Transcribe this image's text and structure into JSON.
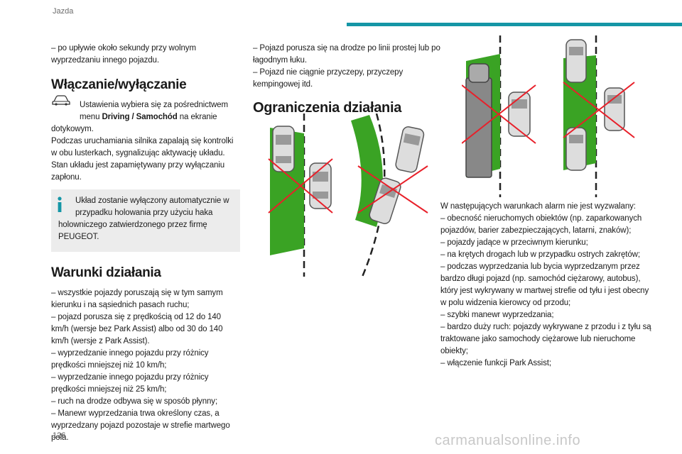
{
  "header": {
    "section": "Jazda"
  },
  "page_number": "126",
  "watermark": "carmanualsonline.info",
  "col1": {
    "intro": "– po upływie około sekundy przy wolnym wyprzedzaniu innego pojazdu.",
    "heading1": "Włączanie/wyłączanie",
    "settings_a": "Ustawienia wybiera się za pośrednictwem",
    "settings_b": "menu ",
    "settings_bold": "Driving / Samochód",
    "settings_c": " na ekranie dotykowym.",
    "para1": "Podczas uruchamiania silnika zapalają się kontrolki w obu lusterkach, sygnalizując aktywację układu.",
    "para2": "Stan układu jest zapamiętywany przy wyłączaniu zapłonu.",
    "info_l1": "Układ zostanie wyłączony automatycznie w",
    "info_l2": "przypadku holowania przy użyciu haka",
    "info_rest": "holowniczego zatwierdzonego przez firmę PEUGEOT.",
    "heading2": "Warunki działania",
    "conditions": [
      "– wszystkie pojazdy poruszają się w tym samym kierunku i na sąsiednich pasach ruchu;",
      "– pojazd porusza się z prędkością od 12 do 140 km/h (wersje bez Park Assist) albo od 30 do 140 km/h (wersje z Park Assist).",
      "– wyprzedzanie innego pojazdu przy różnicy prędkości mniejszej niż 10 km/h;",
      "– wyprzedzanie innego pojazdu przy różnicy prędkości mniejszej niż 25 km/h;",
      "– ruch na drodze odbywa się w sposób płynny;",
      "– Manewr wyprzedzania trwa określony czas, a wyprzedzany pojazd pozostaje w strefie martwego pola."
    ]
  },
  "col2": {
    "items": [
      "– Pojazd porusza się na drodze po linii prostej lub po łagodnym łuku.",
      "– Pojazd nie ciągnie przyczepy, przyczepy kempingowej itd."
    ],
    "heading": "Ograniczenia działania"
  },
  "col3": {
    "intro": "W następujących warunkach alarm nie jest wyzwalany:",
    "items": [
      "– obecność nieruchomych obiektów (np. zaparkowanych pojazdów, barier zabezpieczających, latarni, znaków);",
      "– pojazdy jadące w przeciwnym kierunku;",
      "– na krętych drogach lub w przypadku ostrych zakrętów;",
      "– podczas wyprzedzania lub bycia wyprzedzanym przez bardzo długi pojazd (np. samochód ciężarowy, autobus), który jest wykrywany w martwej strefie od tyłu i jest obecny w polu widzenia kierowcy od przodu;",
      "– szybki manewr wyprzedzania;",
      "– bardzo duży ruch: pojazdy wykrywane z przodu i z tyłu są traktowane jako samochody ciężarowe lub nieruchome obiekty;",
      "– włączenie funkcji Park Assist;"
    ]
  },
  "icons": {
    "settings": "car-settings-icon",
    "info": "info-icon"
  },
  "colors": {
    "accent": "#1596a6",
    "zone": "#3aa324",
    "cross": "#e8202a"
  }
}
